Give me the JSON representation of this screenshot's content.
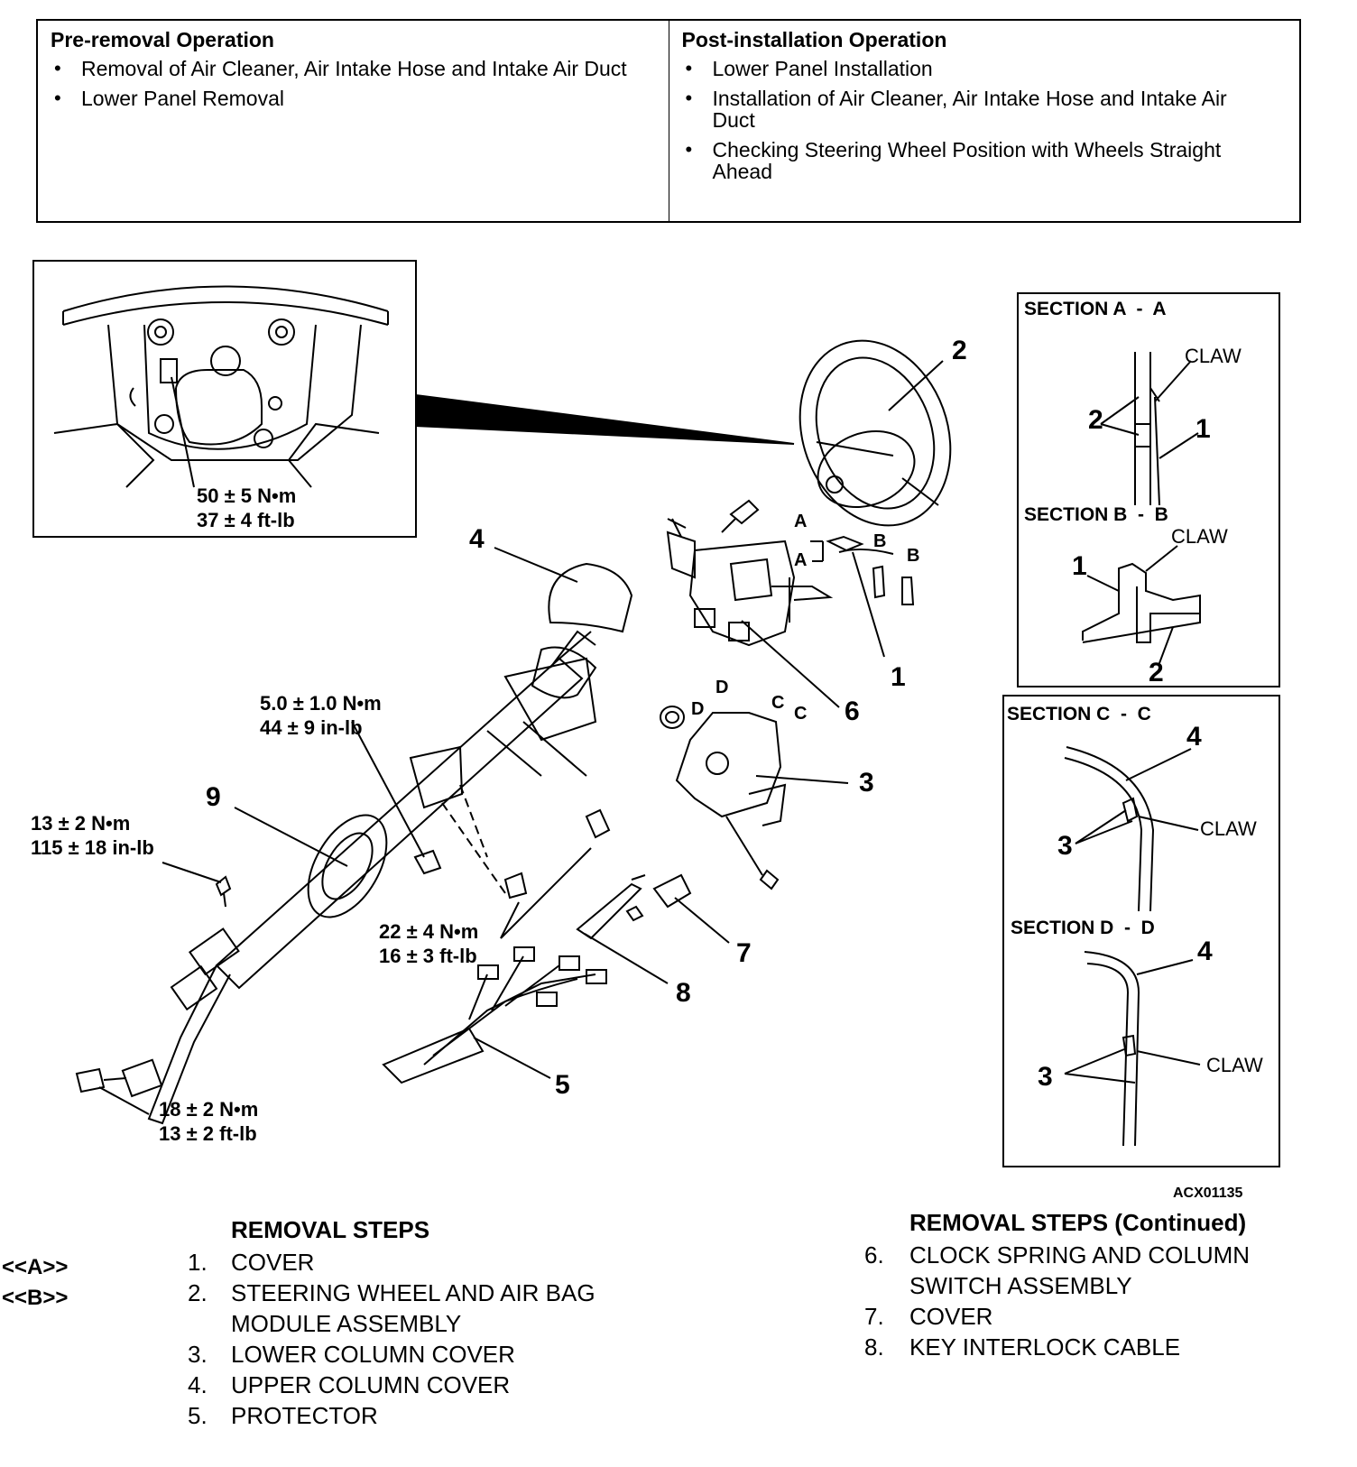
{
  "pre_removal": {
    "heading": "Pre-removal Operation",
    "items": [
      "Removal of Air Cleaner, Air Intake Hose and Intake Air Duct",
      "Lower Panel Removal"
    ]
  },
  "post_installation": {
    "heading": "Post-installation Operation",
    "items": [
      "Lower Panel Installation",
      "Installation of Air Cleaner, Air Intake Hose and Intake Air Duct",
      "Checking Steering Wheel Position with Wheels Straight Ahead"
    ]
  },
  "figure": {
    "inset_torque": [
      "50 ± 5 N•m",
      "37 ± 4 ft-lb"
    ],
    "torque_1": [
      "5.0 ± 1.0 N•m",
      "44 ± 9 in-lb"
    ],
    "torque_2": [
      "13 ± 2 N•m",
      "115 ± 18 in-lb"
    ],
    "torque_3": [
      "22 ± 4 N•m",
      "16 ± 3 ft-lb"
    ],
    "torque_4": [
      "18 ± 2 N•m",
      "13 ± 2 ft-lb"
    ],
    "part_labels": [
      "1",
      "2",
      "3",
      "4",
      "5",
      "6",
      "7",
      "8",
      "9"
    ],
    "section_arrows": [
      "A",
      "A",
      "B",
      "B",
      "C",
      "C",
      "D",
      "D"
    ],
    "sections": [
      {
        "title": "SECTION A  -  A",
        "claw": "CLAW",
        "parts": [
          "2",
          "1"
        ]
      },
      {
        "title": "SECTION B  -  B",
        "claw": "CLAW",
        "parts": [
          "1",
          "2"
        ]
      },
      {
        "title": "SECTION C  -  C",
        "claw": "CLAW",
        "parts": [
          "4",
          "3"
        ]
      },
      {
        "title": "SECTION D  -  D",
        "claw": "CLAW",
        "parts": [
          "4",
          "3"
        ]
      }
    ],
    "figure_id": "ACX01135"
  },
  "removal_steps": {
    "title": "REMOVAL STEPS",
    "marks": [
      "<<A>>",
      "<<B>>"
    ],
    "items": [
      {
        "num": "1.",
        "text": "COVER"
      },
      {
        "num": "2.",
        "text": "STEERING WHEEL AND AIR BAG MODULE ASSEMBLY"
      },
      {
        "num": "3.",
        "text": "LOWER COLUMN COVER"
      },
      {
        "num": "4.",
        "text": "UPPER COLUMN COVER"
      },
      {
        "num": "5.",
        "text": "PROTECTOR"
      }
    ]
  },
  "removal_steps_continued": {
    "title": "REMOVAL STEPS (Continued)",
    "items": [
      {
        "num": "6.",
        "text": "CLOCK SPRING AND COLUMN SWITCH ASSEMBLY"
      },
      {
        "num": "7.",
        "text": "COVER"
      },
      {
        "num": "8.",
        "text": "KEY INTERLOCK CABLE"
      }
    ]
  }
}
